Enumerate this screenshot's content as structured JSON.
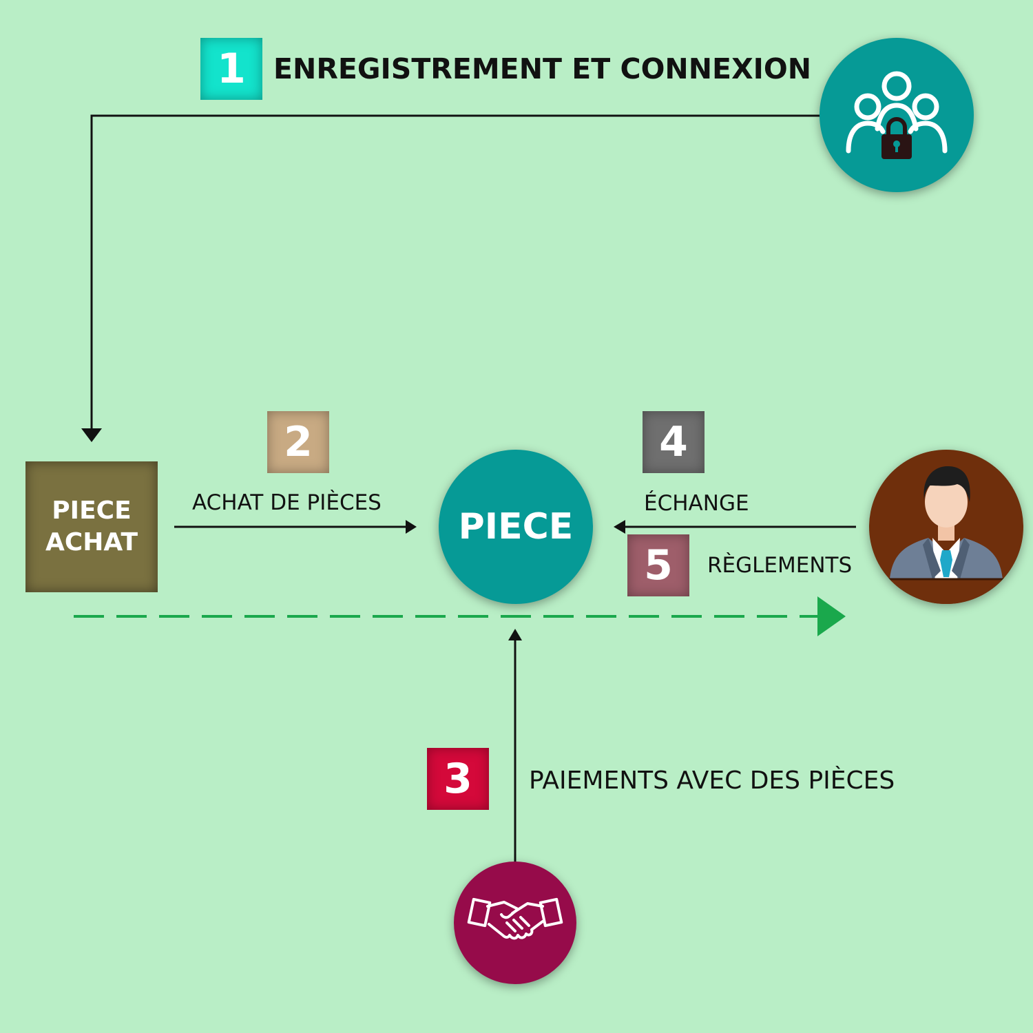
{
  "colors": {
    "background": "#b9eec6",
    "step1": "#13e3cc",
    "step2": "#c8aa83",
    "step3": "#d4093a",
    "step4": "#6f6f6f",
    "step5": "#9e5e6a",
    "teal_circle": "#069a96",
    "maroon_circle": "#960b4a",
    "brown_circle": "#6f2f0c",
    "achat_box": "#7a7140",
    "dashed_arrow": "#1aa84c"
  },
  "steps": {
    "step1": {
      "number": "1",
      "label": "ENREGISTREMENT ET CONNEXION"
    },
    "step2": {
      "number": "2",
      "label": "ACHAT DE PIÈCES"
    },
    "step3": {
      "number": "3",
      "label": "PAIEMENTS AVEC DES PIÈCES"
    },
    "step4": {
      "number": "4",
      "label": "ÉCHANGE"
    },
    "step5": {
      "number": "5",
      "label": "RÈGLEMENTS"
    }
  },
  "nodes": {
    "achat_box": {
      "line1": "PIECE",
      "line2": "ACHAT"
    },
    "center": {
      "label": "PIECE"
    },
    "users_icon": "users-lock-icon",
    "person_icon": "businessman-icon",
    "handshake_icon": "handshake-icon"
  }
}
